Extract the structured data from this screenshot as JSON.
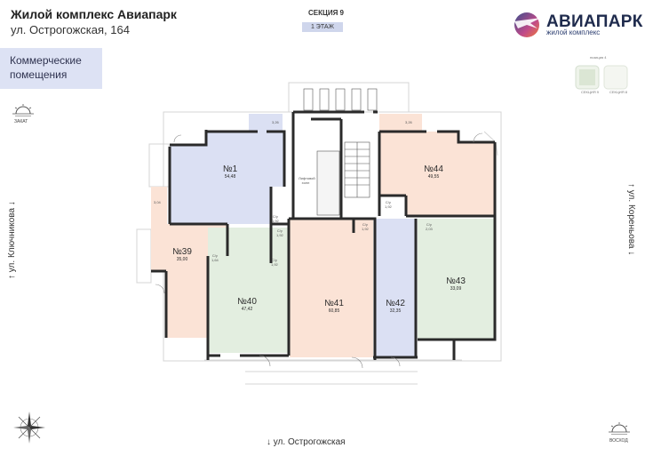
{
  "header": {
    "title": "Жилой комплекс Авиапарк",
    "address": "ул. Острогожская, 164",
    "section": "СЕКЦИЯ 9",
    "floor": "1 ЭТАЖ",
    "category": "Коммерческие помещения"
  },
  "logo": {
    "brand": "АВИАПАРК",
    "subtitle": "жилой комплекс"
  },
  "minimap": {
    "position": "позиция 4",
    "section_9": "СЕКЦИЯ 9",
    "section_8": "СЕКЦИЯ 8"
  },
  "directions": {
    "west": "ЗАКАТ",
    "east": "ВОСХОД"
  },
  "streets": {
    "left": "ул. Ключникова",
    "right": "ул. Кореньова",
    "bottom": "ул. Острогожская"
  },
  "units": [
    {
      "num": "№1",
      "area": "54,48"
    },
    {
      "num": "№44",
      "area": "49,55"
    },
    {
      "num": "№39",
      "area": "35,00"
    },
    {
      "num": "№40",
      "area": "47,42"
    },
    {
      "num": "№41",
      "area": "60,85"
    },
    {
      "num": "№42",
      "area": "32,35"
    },
    {
      "num": "№43",
      "area": "33,09"
    }
  ],
  "small_labels": {
    "balcony_a": "3,26",
    "balcony_b": "3,26",
    "side_room": "3,04",
    "cu_label": "С/у",
    "cu_1": "1,92",
    "cu_2": "1,92",
    "cu_3": "1,92",
    "cu_4": "1,92",
    "cu_5": "1,92",
    "cu_6": "1,92",
    "cu_7": "2,03",
    "cu_39": "1,64",
    "stairs": "Лифтовой холл"
  },
  "colors": {
    "blue": "#dbe0f3",
    "peach": "#fbe3d6",
    "green": "#e3eee0",
    "wall": "#2a2a2a"
  }
}
